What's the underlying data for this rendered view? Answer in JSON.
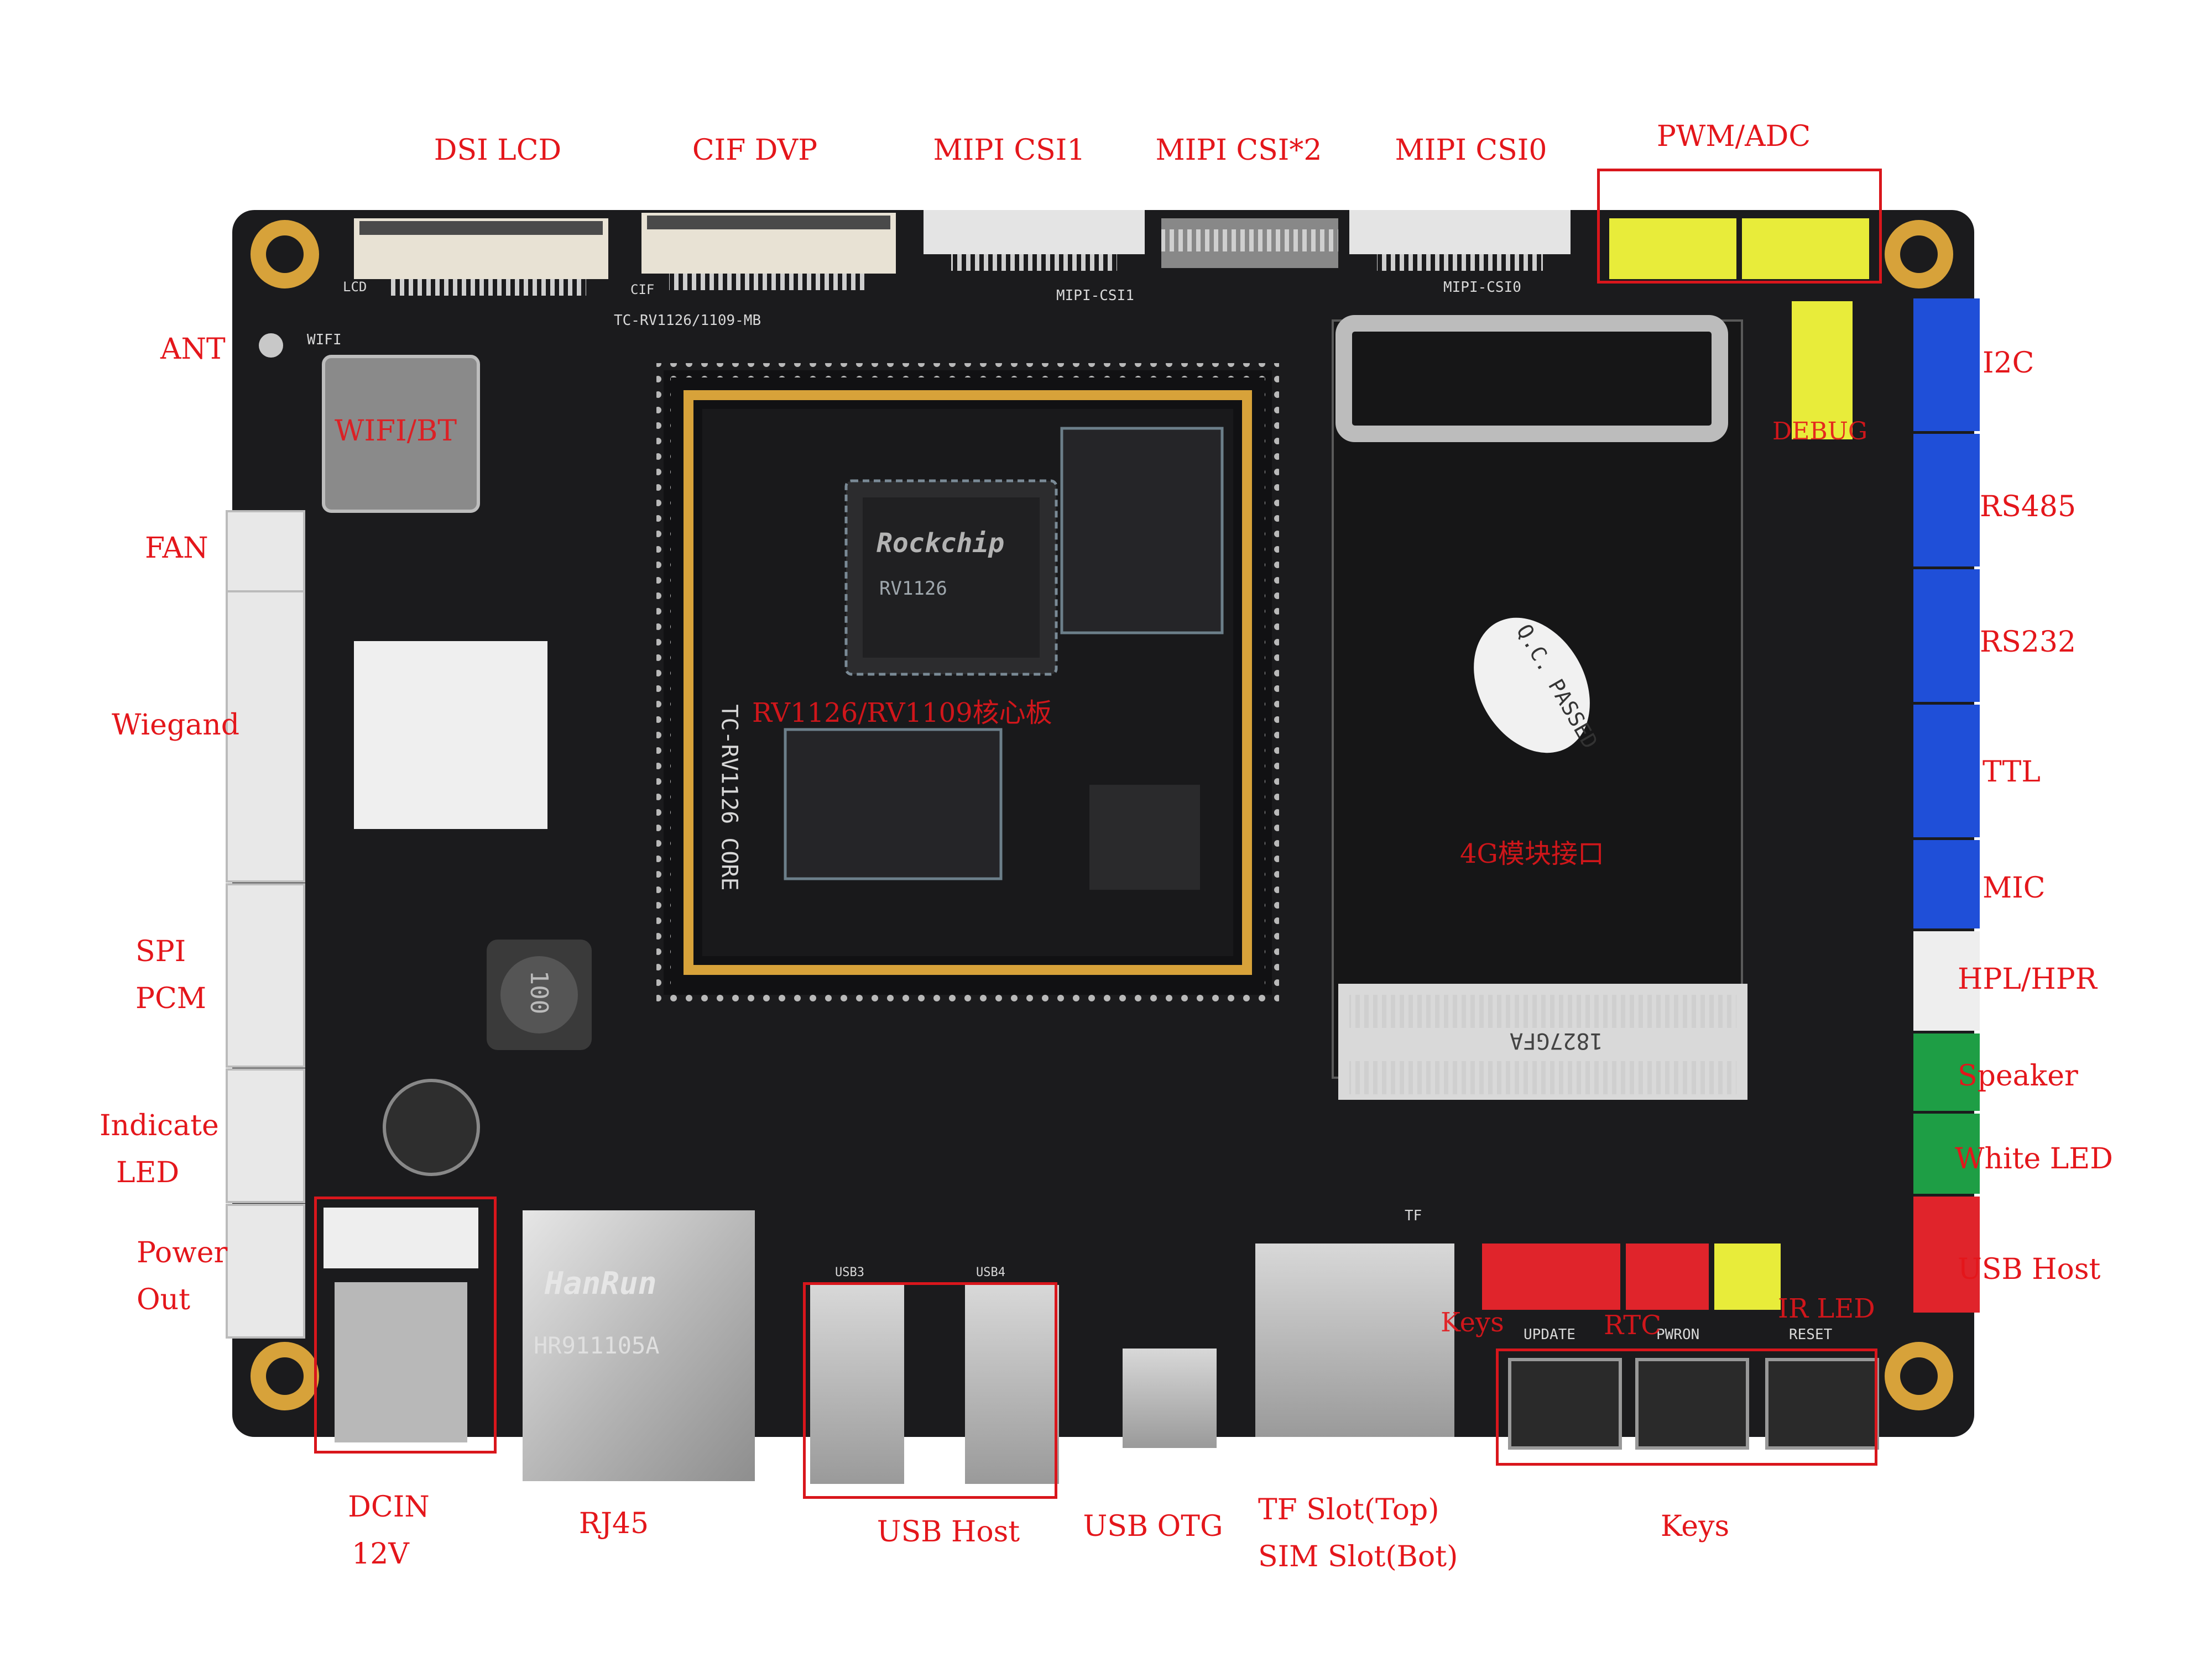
{
  "labels": {
    "dsi_lcd": "DSI LCD",
    "cif_dvp": "CIF DVP",
    "mipi_csi1": "MIPI CSI1",
    "mipi_csi2": "MIPI CSI*2",
    "mipi_csi0": "MIPI CSI0",
    "pwm_adc": "PWM/ADC",
    "ant": "ANT",
    "wifi_bt": "WIFI/BT",
    "fan": "FAN",
    "wiegand": "Wiegand",
    "spi": "SPI",
    "pcm": "PCM",
    "indicate": "Indicate",
    "led": "LED",
    "power": "Power",
    "out": "Out",
    "dcin": "DCIN",
    "v12": "12V",
    "rj45": "RJ45",
    "usb_host_bottom": "USB Host",
    "usb_otg": "USB OTG",
    "tf_slot": "TF Slot(Top)",
    "sim_slot": "SIM Slot(Bot)",
    "keys_bottom": "Keys",
    "i2c": "I2C",
    "rs485": "RS485",
    "rs232": "RS232",
    "ttl": "TTL",
    "mic": "MIC",
    "hpl_hpr": "HPL/HPR",
    "speaker": "Speaker",
    "white_led": "White LED",
    "usb_host_right": "USB Host",
    "debug": "DEBUG",
    "core_board": "RV1126/RV1109核心板",
    "module_4g": "4G模块接口",
    "keys_onboard": "Keys",
    "rtc": "RTC",
    "ir_led": "IR LED"
  },
  "silkscreen": {
    "board_name": "TC-RV1126/1109-MB",
    "core_name": "TC-RV1126  CORE",
    "soc_brand": "Rockchip",
    "soc_model": "RV1126",
    "qc": "Q.C. PASSED",
    "inductor": "100",
    "ethernet": "HanRun",
    "ethernet_model": "HR911105A",
    "update": "UPDATE",
    "pwron": "PWRON",
    "reset": "RESET",
    "usb3": "USB3",
    "usb4": "USB4",
    "lcd": "LCD",
    "cif": "CIF",
    "mipi_csi1_silk": "MIPI-CSI1",
    "mipi_csi0_silk": "MIPI-CSI0",
    "tf": "TF",
    "wifi": "WIFI",
    "sim_part": "1827GFA"
  },
  "colors": {
    "label": "#e4161b",
    "board": "#1b1b1d",
    "gold": "#d7a23a",
    "header_blue": "#1f4fd8",
    "header_yellow": "#e8ec3a",
    "header_green": "#1e9e45",
    "header_red": "#e0242b",
    "header_white": "#eeeeee"
  }
}
